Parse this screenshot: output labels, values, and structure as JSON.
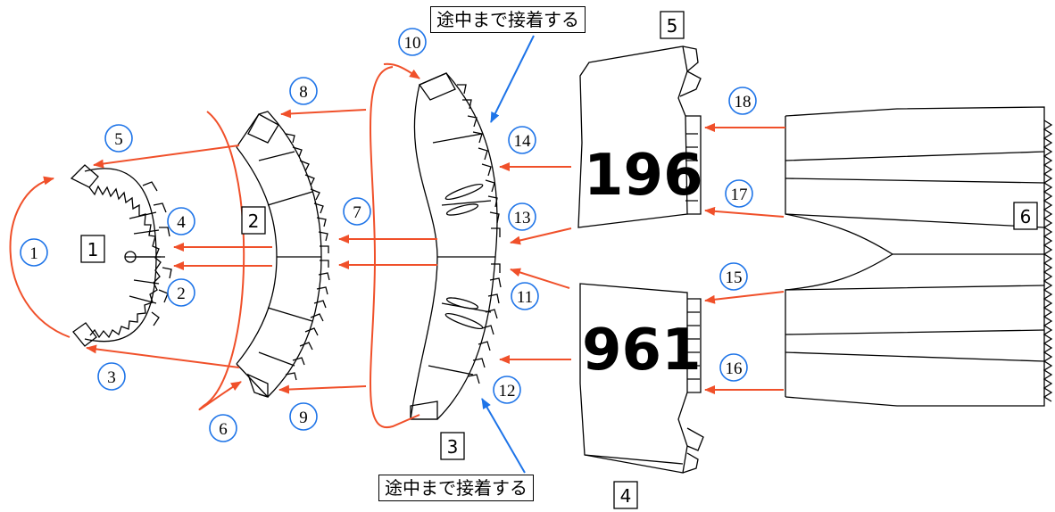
{
  "notes": {
    "top": "途中まで接着する",
    "bottom": "途中まで接着する"
  },
  "parts": [
    "1",
    "2",
    "3",
    "4",
    "5",
    "6"
  ],
  "steps": [
    "1",
    "2",
    "3",
    "4",
    "5",
    "6",
    "7",
    "8",
    "9",
    "10",
    "11",
    "12",
    "13",
    "14",
    "15",
    "16",
    "17",
    "18"
  ],
  "part_marks": {
    "upper": "196",
    "lower": "961"
  },
  "colors": {
    "arrow": "#f0502a",
    "note_arrow": "#1e74e8",
    "circle": "#1e74e8"
  }
}
